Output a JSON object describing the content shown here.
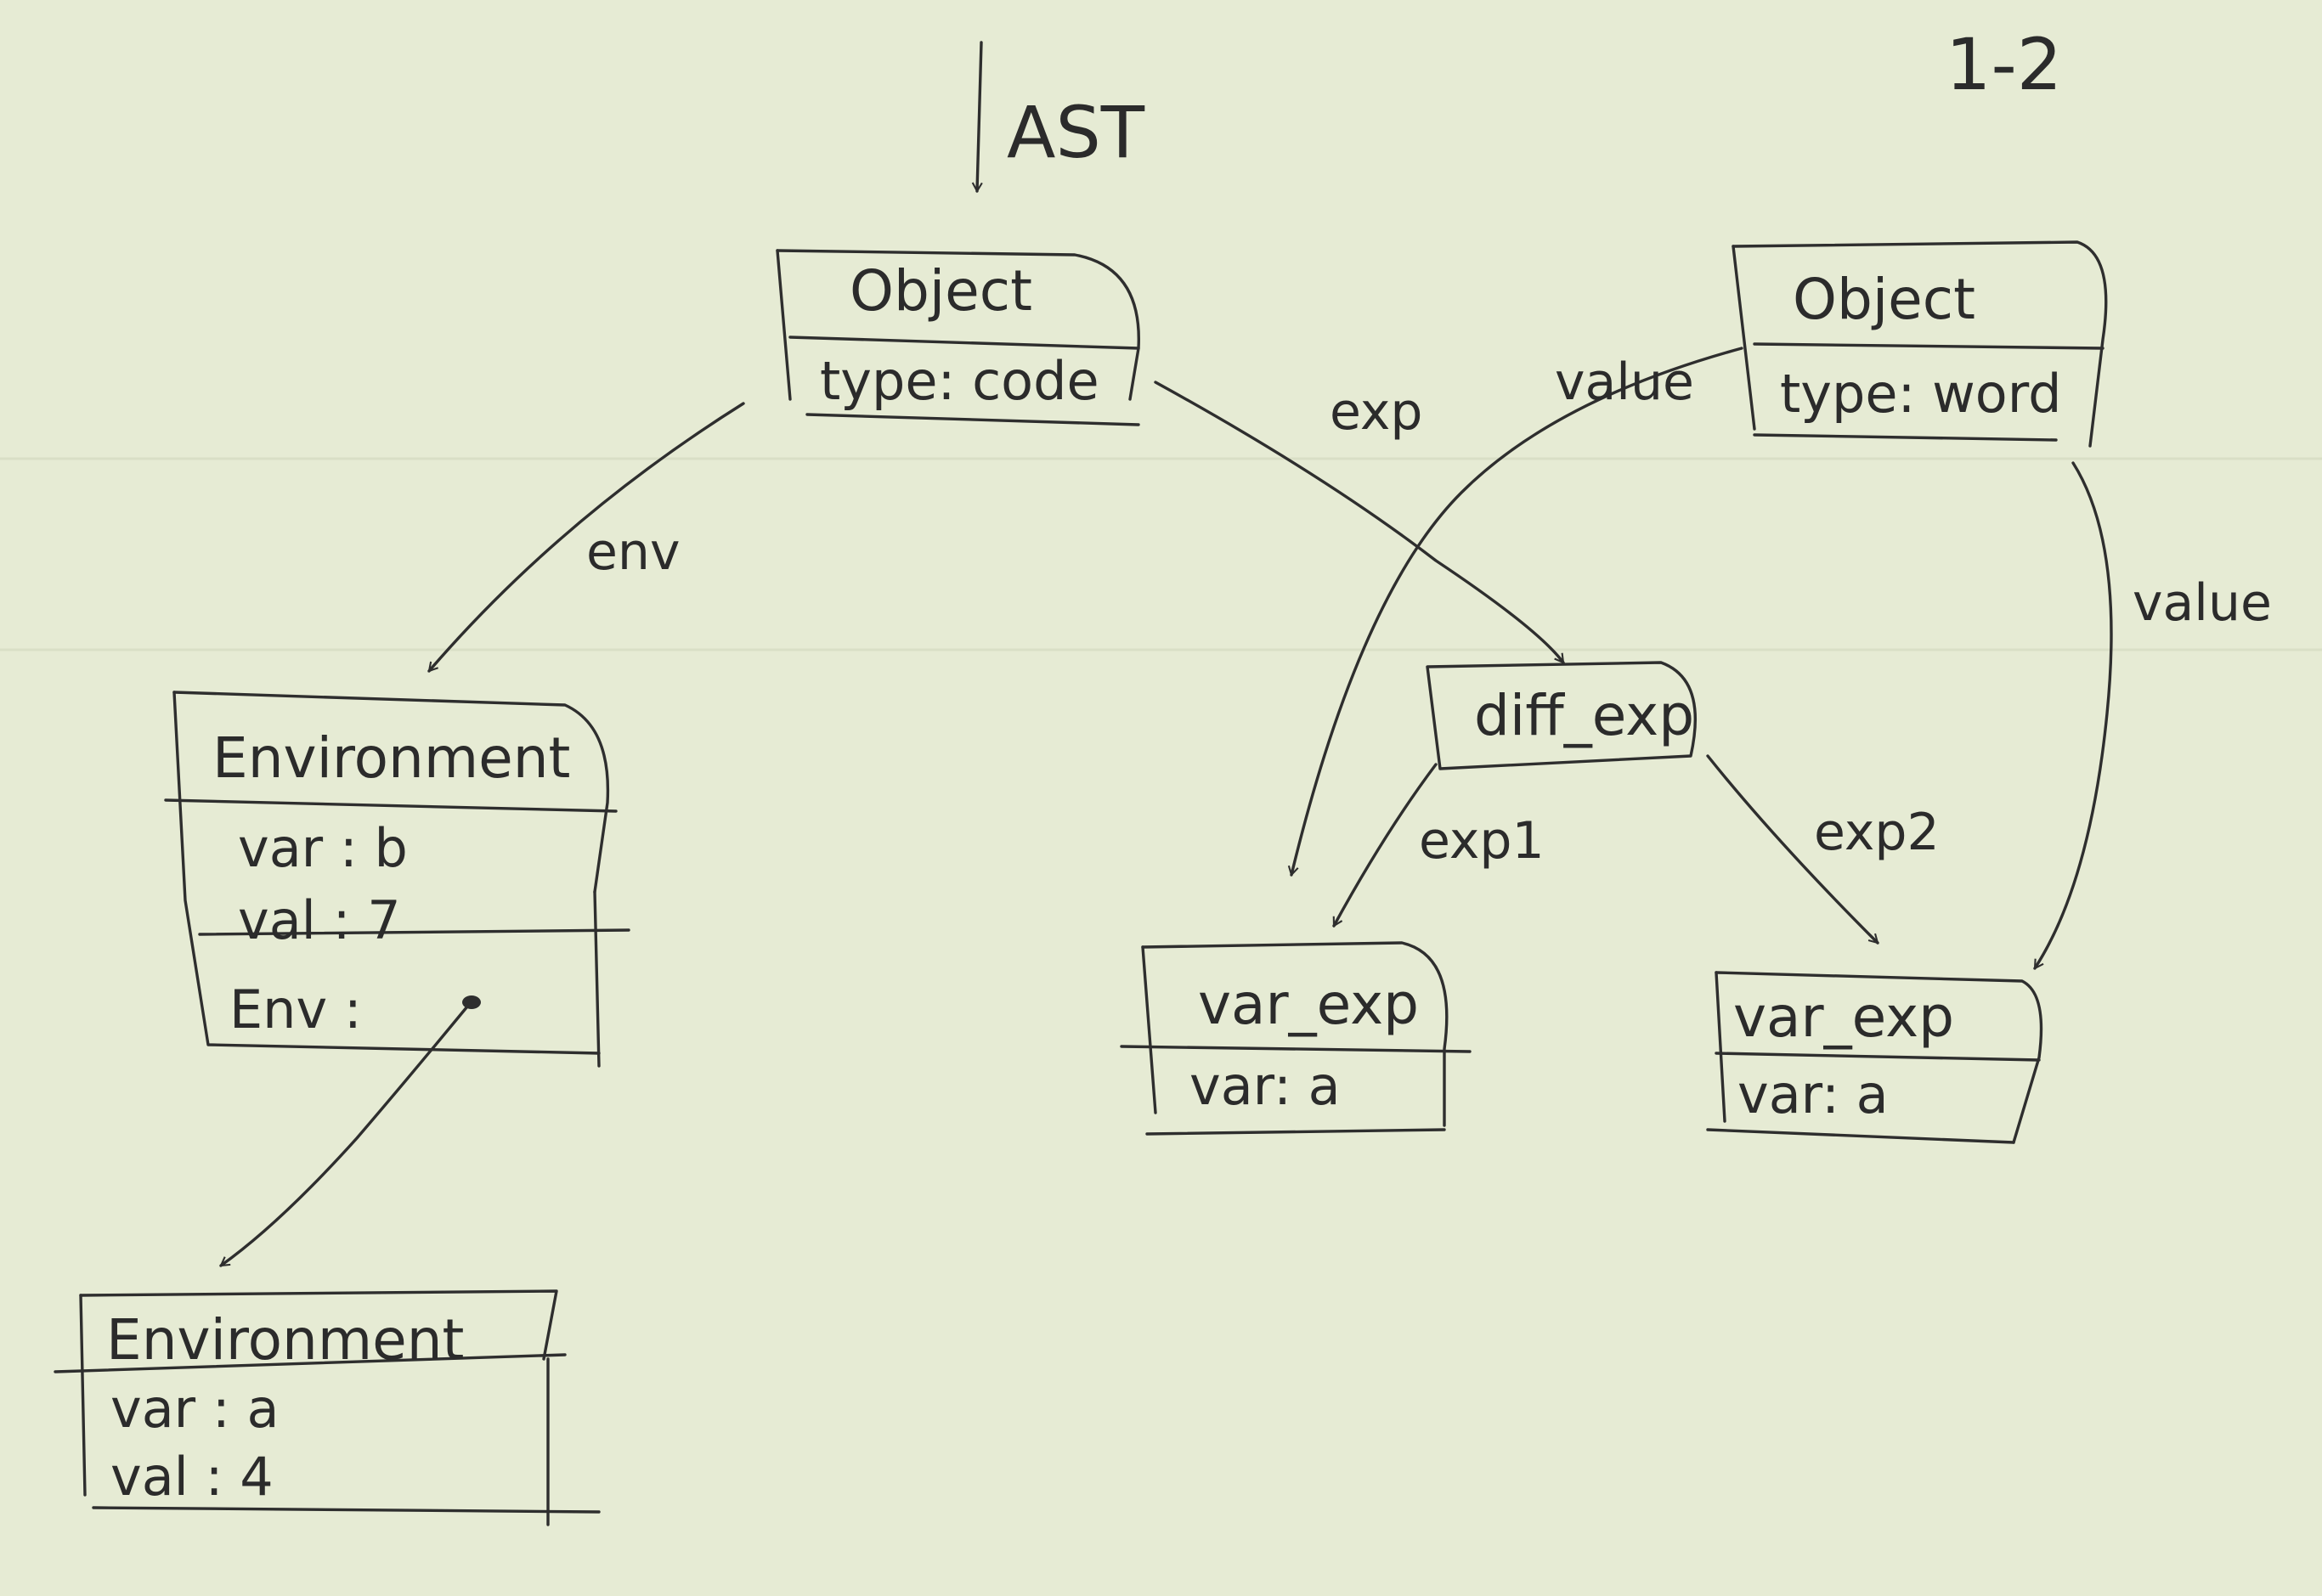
{
  "page_marker": "1-2",
  "ast_label": "AST",
  "nodes": {
    "object_code": {
      "title": "Object",
      "field": "type: code"
    },
    "object_word": {
      "title": "Object",
      "field": "type: word"
    },
    "environment_b": {
      "title": "Environment",
      "var": "var : b",
      "val": "val : 7",
      "env": "Env :"
    },
    "environment_a": {
      "title": "Environment",
      "var": "var : a",
      "val": "val : 4"
    },
    "diff_exp": {
      "title": "diff_exp"
    },
    "var_exp_left": {
      "title": "var_exp",
      "field": "var: a"
    },
    "var_exp_right": {
      "title": "var_exp",
      "field": "var: a"
    }
  },
  "edges": {
    "env": "env",
    "exp": "exp",
    "value_left": "value",
    "value_right": "value",
    "exp1": "exp1",
    "exp2": "exp2"
  }
}
